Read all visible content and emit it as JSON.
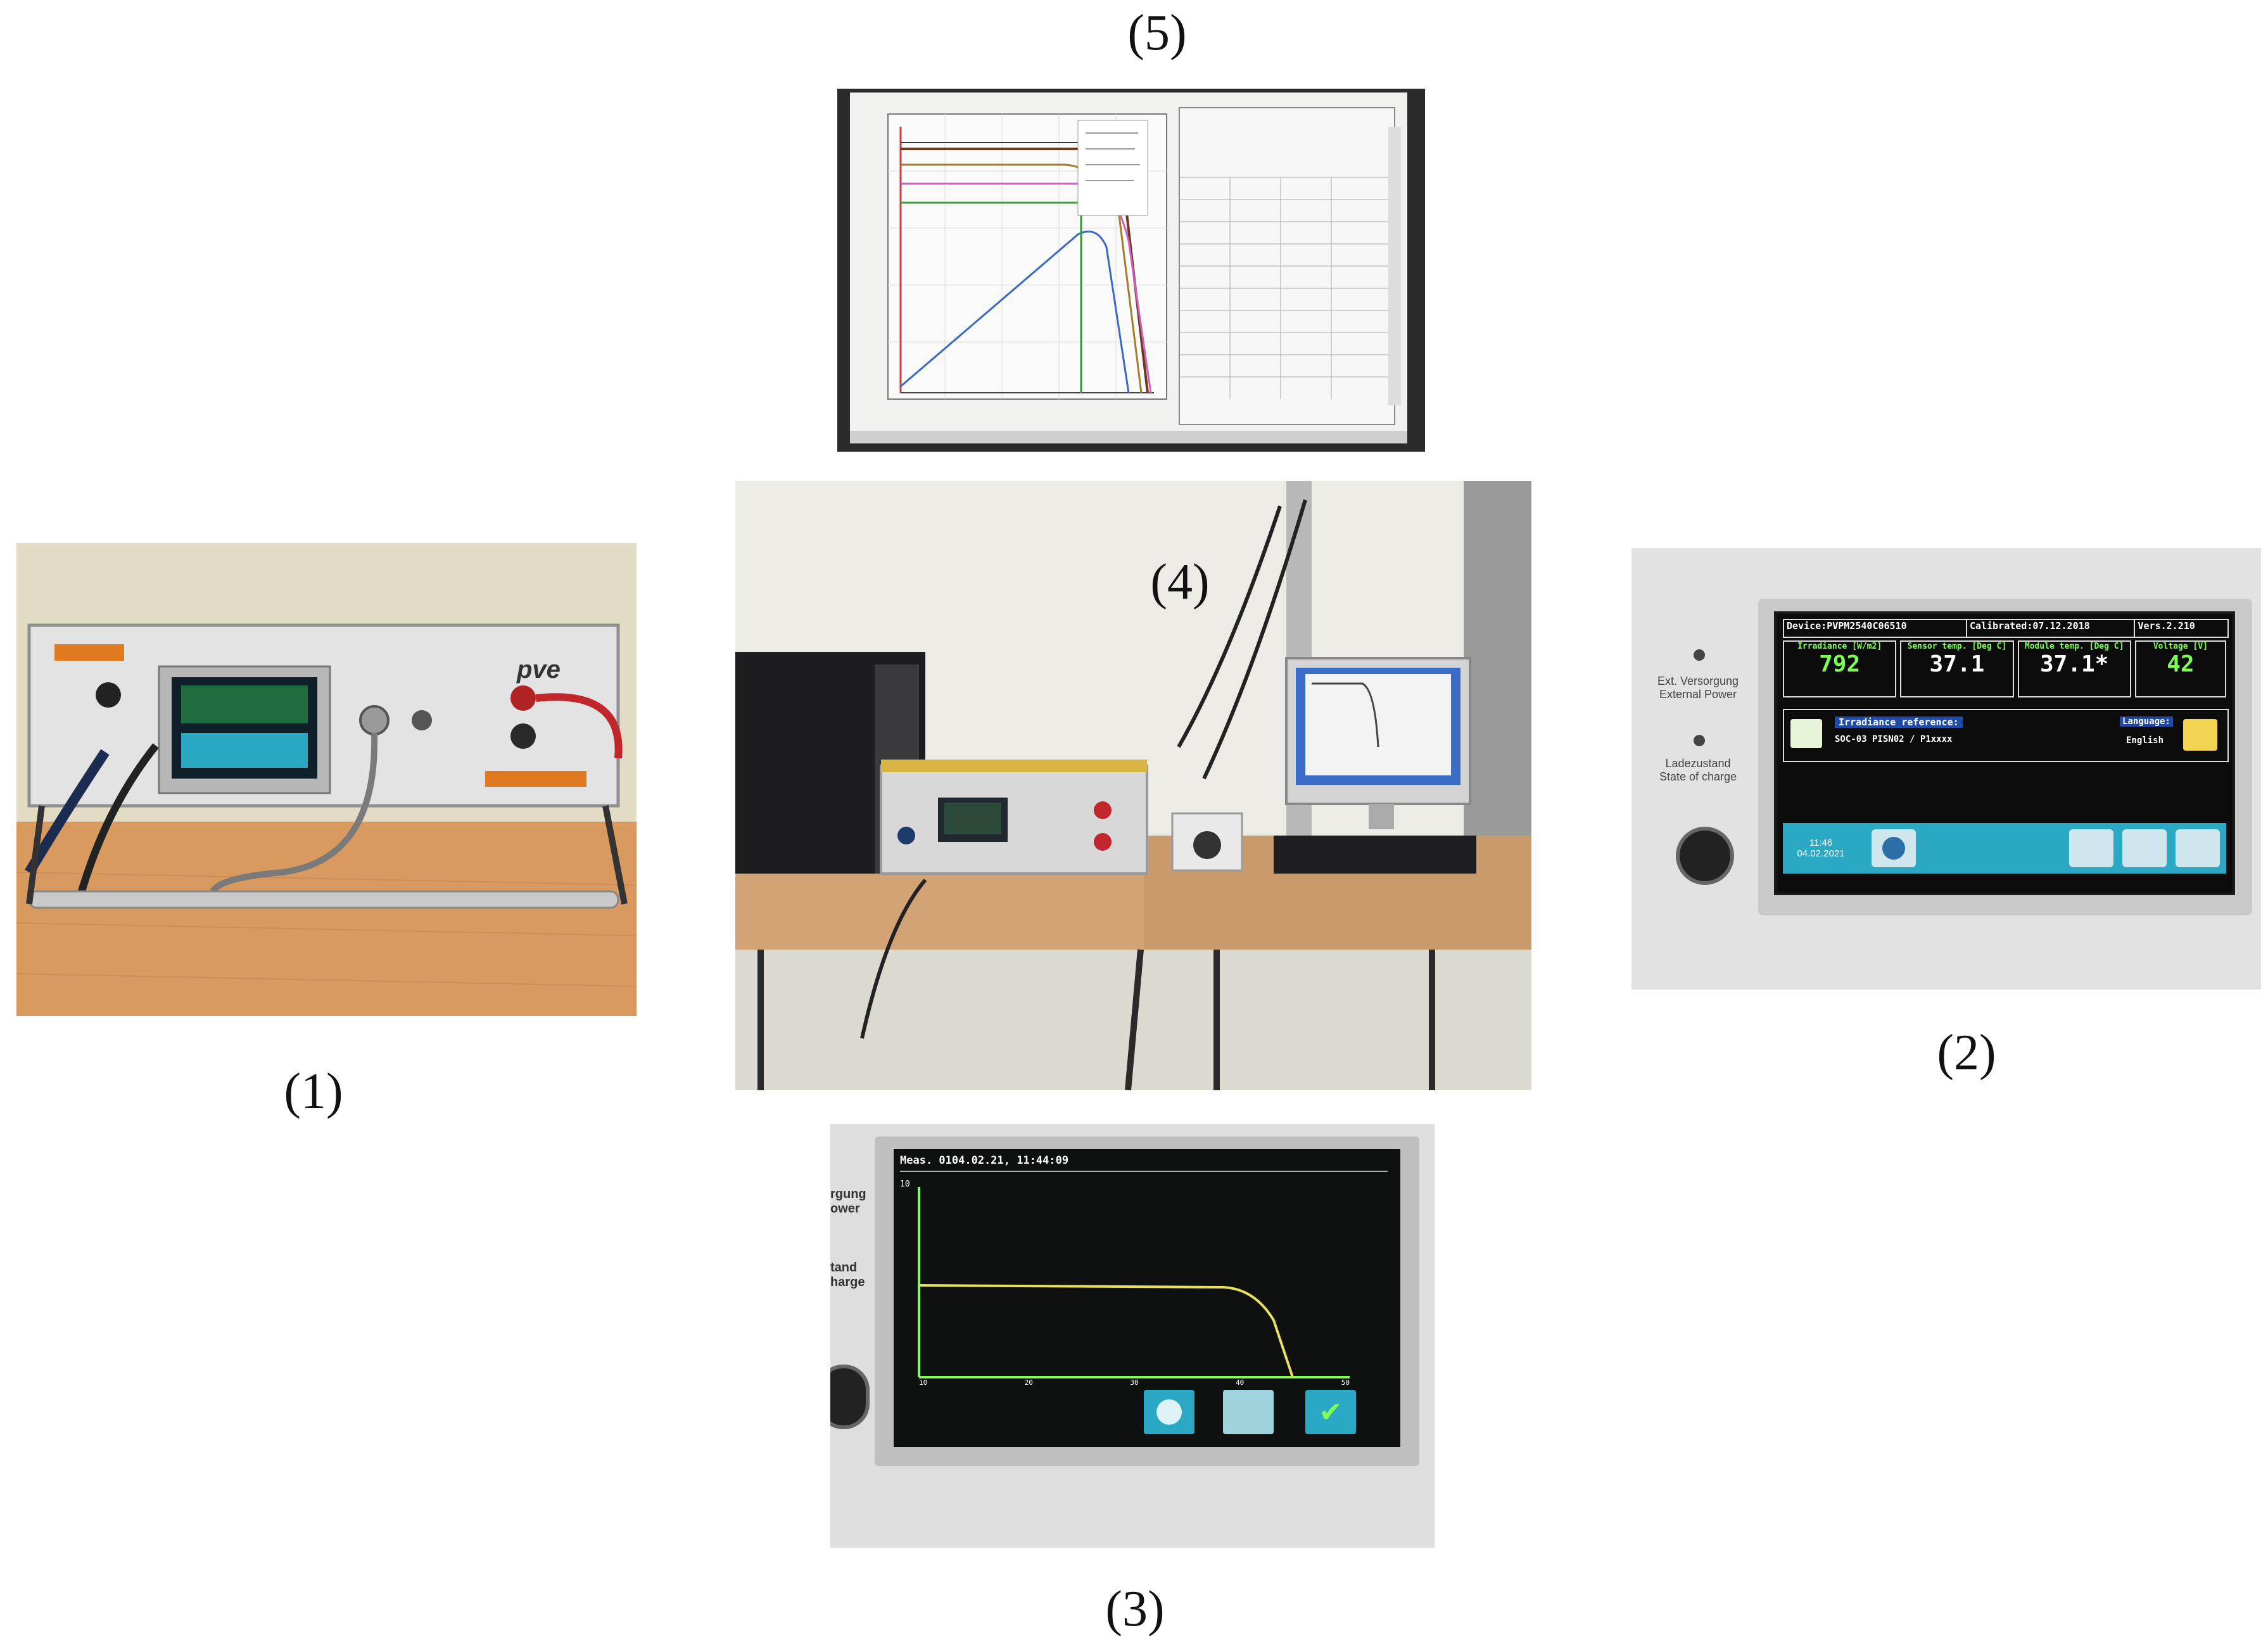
{
  "panels": {
    "p1": {
      "label": "(1)",
      "brand": "pve"
    },
    "p2": {
      "label": "(2)",
      "side_top_1": "Ext. Versorgung",
      "side_top_2": "External Power",
      "side_mid_1": "Ladezustand",
      "side_mid_2": "State of charge",
      "header_device": "Device:PVPM2540C06510",
      "header_calibrated": "Calibrated:07.12.2018",
      "header_vers": "Vers.2.210",
      "irradiance_label": "Irradiance [W/m2]",
      "irradiance_value": "792",
      "sensor_temp_label": "Sensor temp. [Deg C]",
      "sensor_temp_value": "37.1",
      "module_temp_label": "Module temp. [Deg C]",
      "module_temp_value": "37.1*",
      "voltage_label": "Voltage [V]",
      "voltage_value": "42",
      "irr_ref_label": "Irradiance reference:",
      "irr_ref_value": "SOC-03 PISN02 / P1xxxx",
      "language_label": "Language:",
      "language_value": "English",
      "datetime_1": "11:46",
      "datetime_2": "04.02.2021"
    },
    "p3": {
      "label": "(3)",
      "header": "Meas. 0104.02.21, 11:44:09",
      "side_1": "rgung",
      "side_2": "ower",
      "side_3": "tand",
      "side_4": "harge",
      "y_max": "10",
      "x_ticks": [
        "10",
        "20",
        "30",
        "40",
        "50"
      ]
    },
    "p4": {
      "label": "(4)"
    },
    "p5": {
      "label": "(5)"
    }
  },
  "colors": {
    "screen_green": "#7dff55",
    "screen_dark": "#0c0c0c",
    "screen_blue": "#2aa8c4",
    "curve_yellow": "#e8e060"
  }
}
